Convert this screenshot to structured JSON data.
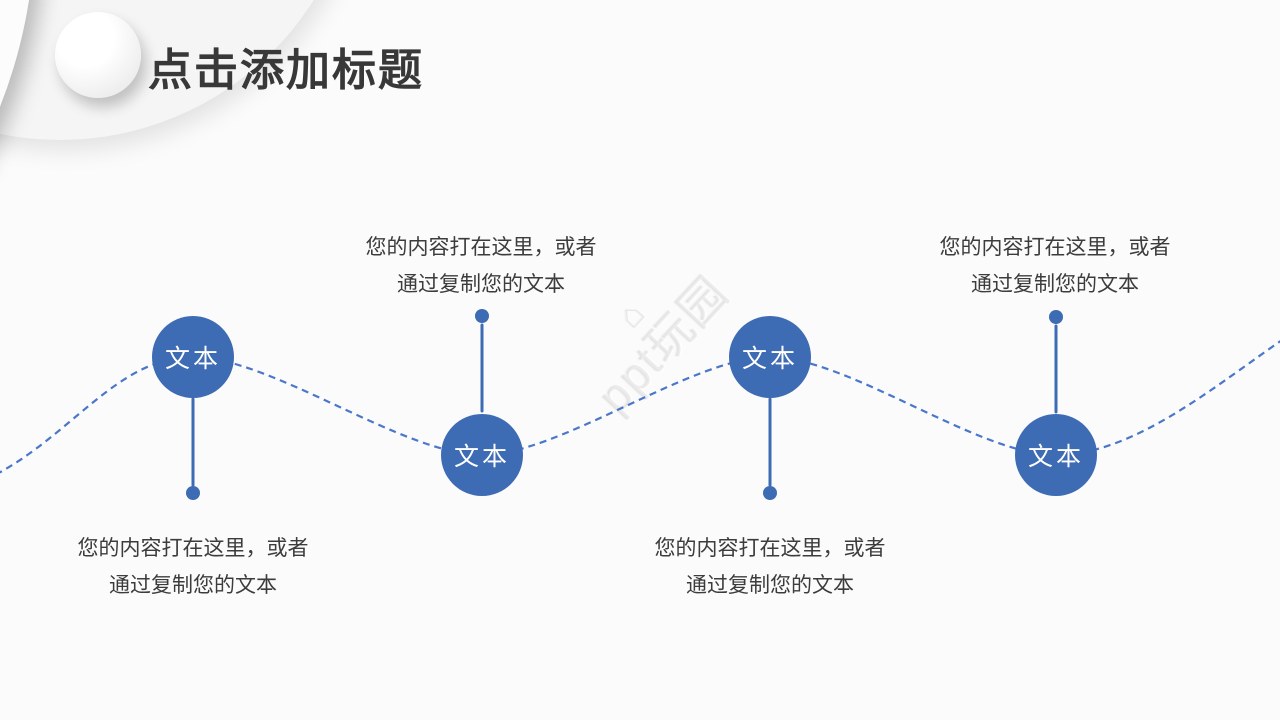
{
  "slide": {
    "kind": "presentation-slide-template"
  },
  "header": {
    "title": "点击添加标题"
  },
  "watermark": {
    "icon": "⌂",
    "text": "ppt玩园"
  },
  "colors": {
    "background": "#fbfbfb",
    "node_blue": "#3d6bb4",
    "dash_blue": "#4b77cb",
    "title_text": "#383838",
    "body_text": "#3c3c3c"
  },
  "nodes": [
    {
      "label": "文本",
      "description_line1": "您的内容打在这里，或者",
      "description_line2": "通过复制您的文本",
      "description_placement": "below"
    },
    {
      "label": "文本",
      "description_line1": "您的内容打在这里，或者",
      "description_line2": "通过复制您的文本",
      "description_placement": "above"
    },
    {
      "label": "文本",
      "description_line1": "您的内容打在这里，或者",
      "description_line2": "通过复制您的文本",
      "description_placement": "below"
    },
    {
      "label": "文本",
      "description_line1": "您的内容打在这里，或者",
      "description_line2": "通过复制您的文本",
      "description_placement": "above"
    }
  ]
}
